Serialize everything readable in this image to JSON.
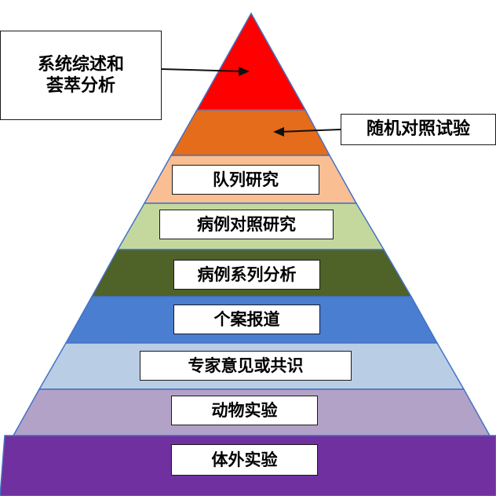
{
  "diagram": {
    "title": "",
    "levels": [
      {
        "label": "",
        "color": "#ff0000"
      },
      {
        "label": "",
        "color": "#e46c1a"
      },
      {
        "label": "队列研究",
        "color": "#f9be92"
      },
      {
        "label": "病例对照研究",
        "color": "#c4d89e"
      },
      {
        "label": "病例系列分析",
        "color": "#4f6228"
      },
      {
        "label": "个案报道",
        "color": "#4a7ed0"
      },
      {
        "label": "专家意见或共识",
        "color": "#b9cde5"
      },
      {
        "label": "动物实验",
        "color": "#b3a2c7"
      },
      {
        "label": "体外实验",
        "color": "#7030a0"
      }
    ],
    "callouts": {
      "top_line1": "系统综述和",
      "top_line2": "荟萃分析",
      "second": "随机对照试验"
    },
    "outline_color": "#4472c4"
  }
}
